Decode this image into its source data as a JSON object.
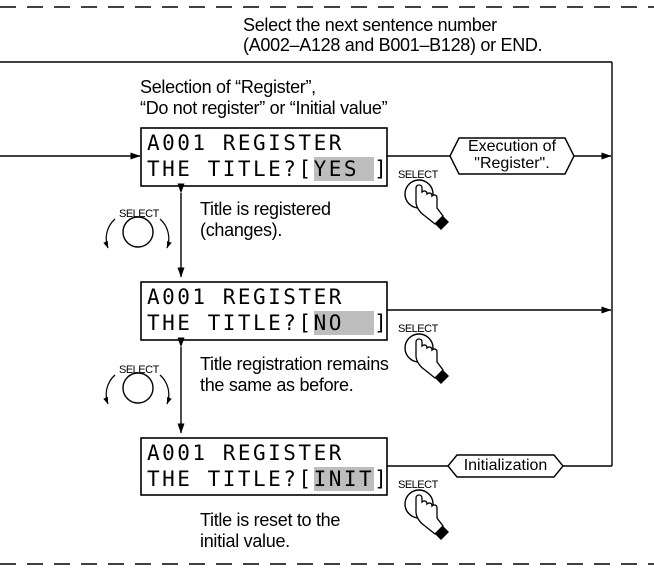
{
  "header": {
    "line1": "Select the next sentence number",
    "line2": "(A002–A128 and B001–B128) or END."
  },
  "selection_note": {
    "line1": "Selection of “Register”,",
    "line2": "“Do not register” or “Initial value”"
  },
  "screens": [
    {
      "line1": "A001 REGISTER",
      "prefix": "THE TITLE?[",
      "value": "YES ",
      "suffix": "]"
    },
    {
      "line1": "A001 REGISTER",
      "prefix": "THE TITLE?[",
      "value": "NO  ",
      "suffix": "]"
    },
    {
      "line1": "A001 REGISTER",
      "prefix": "THE TITLE?[",
      "value": "INIT",
      "suffix": "]"
    }
  ],
  "actions": {
    "register": {
      "line1": "Execution of",
      "line2": "\"Register\"."
    },
    "initialize": "Initialization"
  },
  "notes": {
    "registered": {
      "line1": "Title is registered",
      "line2": "(changes)."
    },
    "unchanged": {
      "line1": "Title registration remains",
      "line2": "the same as before."
    },
    "reset": {
      "line1": "Title is reset to the",
      "line2": "initial value."
    }
  },
  "select_label": "SELECT",
  "icons": {
    "selector_knob": "rotary-select-knob-icon",
    "press_button": "press-select-button-icon"
  }
}
